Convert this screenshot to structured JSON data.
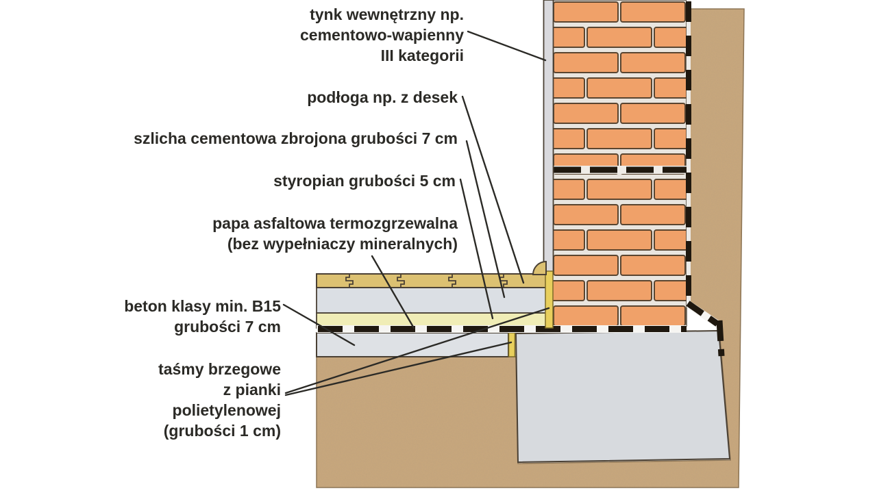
{
  "figure": {
    "type": "construction-detail-cross-section",
    "language": "pl",
    "labels": [
      {
        "id": "tynk",
        "lines": [
          "tynk wewnętrzny np.",
          "cementowo-wapienny",
          "III kategorii"
        ]
      },
      {
        "id": "podloga",
        "lines": [
          "podłoga np. z desek"
        ]
      },
      {
        "id": "szlicha",
        "lines": [
          "szlicha cementowa zbrojona grubości 7 cm"
        ]
      },
      {
        "id": "styropian",
        "lines": [
          "styropian grubości 5 cm"
        ]
      },
      {
        "id": "papa",
        "lines": [
          "papa asfaltowa termozgrzewalna",
          "(bez wypełniaczy mineralnych)"
        ]
      },
      {
        "id": "beton",
        "lines": [
          "beton klasy min. B15",
          "grubości 7 cm"
        ]
      },
      {
        "id": "tasmy",
        "lines": [
          "taśmy brzegowe",
          "z pianki",
          "polietylenowej",
          "(grubości 1 cm)"
        ]
      }
    ],
    "colors": {
      "brick": "#f0a169",
      "brick_outline": "#5a4530",
      "mortar": "#e9e5df",
      "terrain": "#c8a77d",
      "terrain_outline": "#8a7252",
      "plaster": "#d9d9dd",
      "floor_boards": "#dcc172",
      "screed": "#dbdfe4",
      "styrofoam": "#f0edb6",
      "edge_tape": "#e8cf5d",
      "concrete": "#dee1e5",
      "foundation": "#d7dade",
      "damp_proofing": "#1f180f",
      "leader_line": "#2b2a26",
      "label_text": "#2b2a26"
    }
  }
}
